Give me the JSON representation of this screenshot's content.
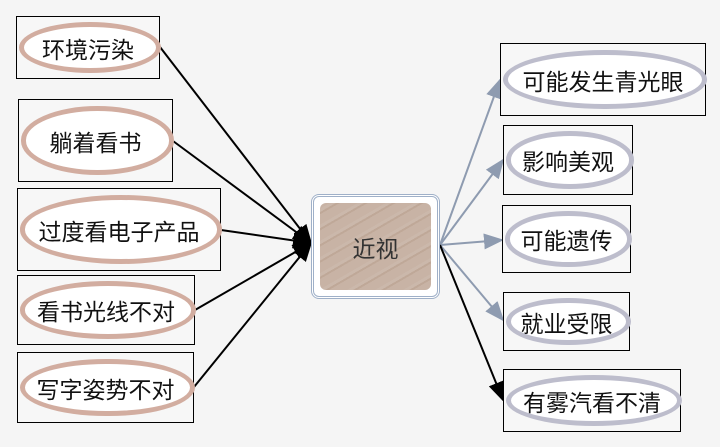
{
  "center": {
    "label": "近视"
  },
  "causes": [
    "环境污染",
    "躺着看书",
    "过度看电子产品",
    "看书光线不对",
    "写字姿势不对"
  ],
  "effects": [
    "可能发生青光眼",
    "影响美观",
    "可能遗传",
    "就业受限",
    "有雾汽看不清"
  ],
  "colors": {
    "cause_ring": "#d2ada0",
    "effect_ring": "#bdbdcc",
    "effect_arrow": "#8e9bb0",
    "center_fill": "#c8b3a5"
  }
}
